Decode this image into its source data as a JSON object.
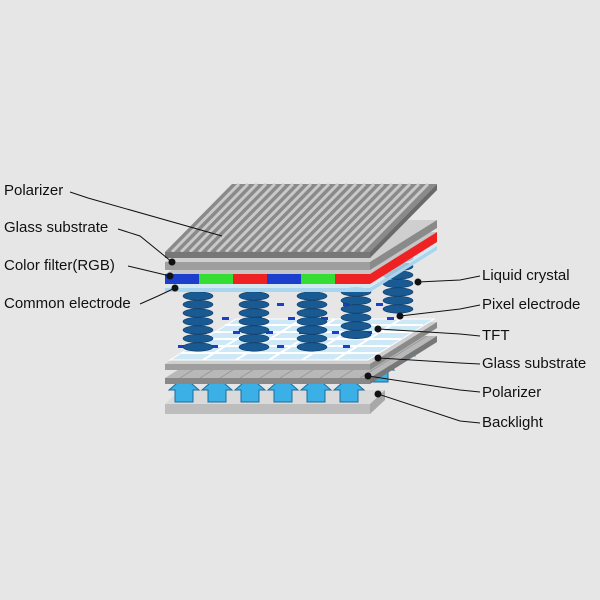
{
  "labels_left": {
    "polarizer": "Polarizer",
    "glass_substrate": "Glass substrate",
    "color_filter": "Color filter(RGB)",
    "common_electrode": "Common electrode"
  },
  "labels_right": {
    "liquid_crystal": "Liquid crystal",
    "pixel_electrode": "Pixel electrode",
    "tft": "TFT",
    "glass_substrate": "Glass substrate",
    "polarizer": "Polarizer",
    "backlight": "Backlight"
  },
  "colors": {
    "background": "#e6e6e6",
    "polarizer_stripes": "#8a8a8a",
    "glass": "#b5b5b5",
    "filter_red": "#ee2222",
    "filter_green": "#33dd33",
    "filter_blue": "#1b3fcc",
    "electrode": "#cde8f6",
    "liquid_crystal": "#1a5a93",
    "backlight_arrow": "#3ab0e6"
  }
}
